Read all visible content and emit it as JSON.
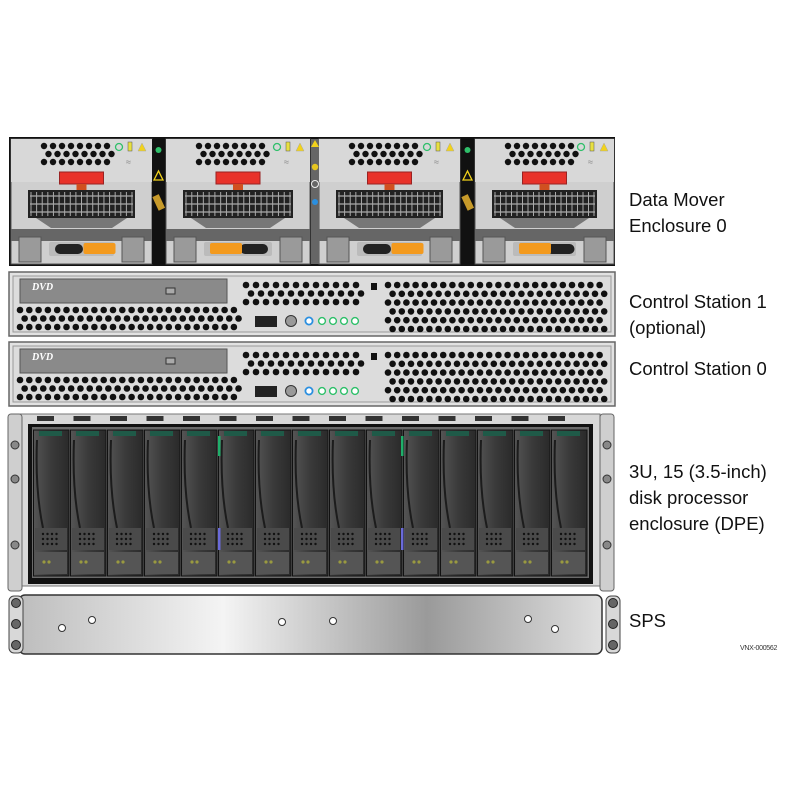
{
  "labels": {
    "data_mover": [
      "Data Mover",
      "Enclosure 0"
    ],
    "control_station_1": [
      "Control Station 1",
      "(optional)"
    ],
    "control_station_0": [
      "Control Station 0"
    ],
    "dpe": [
      "3U, 15 (3.5-inch)",
      "disk processor",
      "enclosure (DPE)"
    ],
    "sps": [
      "SPS"
    ]
  },
  "figure_code": "VNX-000562",
  "control_station_logo": "DVD",
  "data_mover_modules": 4,
  "dpe_drive_count": 15,
  "colors": {
    "release_tab": "#e8322a",
    "handle": "#f39a1e",
    "led_green": "#2fbf6a",
    "led_blue": "#2a8fe0",
    "warning": "#f2d21b",
    "chassis": "#d4d4d4",
    "drive": "#3c3c3c"
  }
}
